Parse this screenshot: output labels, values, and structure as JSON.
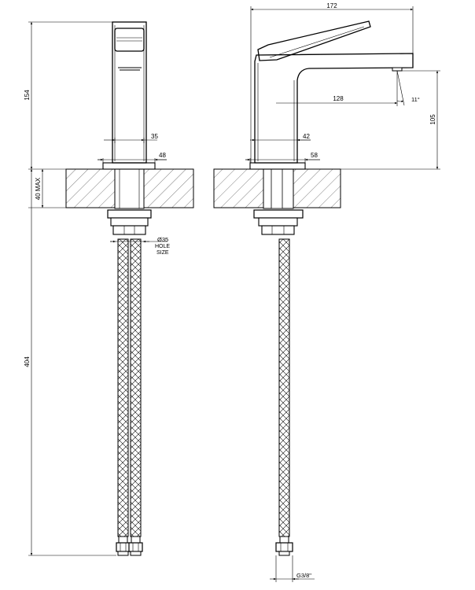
{
  "dimensions": {
    "overall_height": "154",
    "deck_max": "40 MAX",
    "hose_length": "404",
    "body_width_front": "35",
    "base_width_front": "48",
    "hole_label": "Ø35",
    "hole_size_line1": "HOLE",
    "hole_size_line2": "SIZE",
    "total_depth": "172",
    "spout_reach": "128",
    "spout_angle": "11°",
    "spout_height": "105",
    "body_width_side": "42",
    "base_width_side": "58",
    "thread": "G3/8\""
  }
}
